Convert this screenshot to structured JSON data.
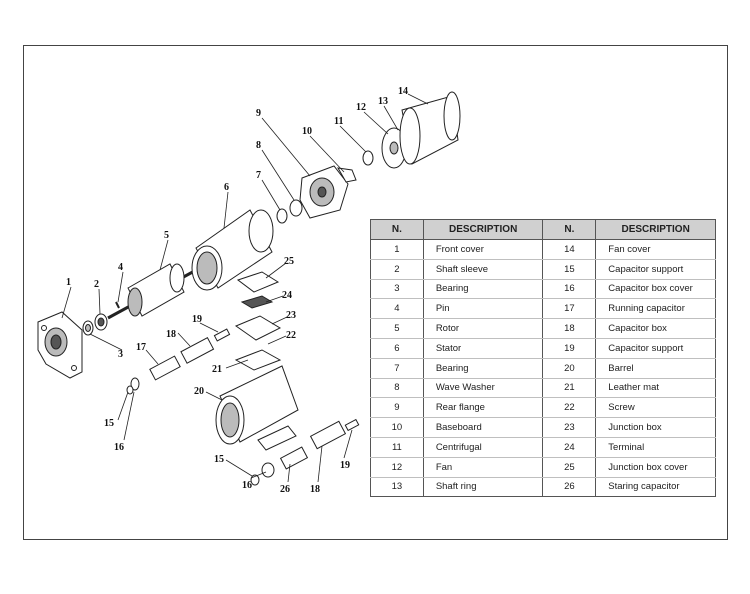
{
  "table": {
    "headers": [
      "N.",
      "DESCRIPTION",
      "N.",
      "DESCRIPTION"
    ],
    "rows": [
      {
        "n1": "1",
        "d1": "Front cover",
        "n2": "14",
        "d2": "Fan cover"
      },
      {
        "n1": "2",
        "d1": "Shaft sleeve",
        "n2": "15",
        "d2": "Capacitor support"
      },
      {
        "n1": "3",
        "d1": "Bearing",
        "n2": "16",
        "d2": "Capacitor box cover"
      },
      {
        "n1": "4",
        "d1": "Pin",
        "n2": "17",
        "d2": "Running capacitor"
      },
      {
        "n1": "5",
        "d1": "Rotor",
        "n2": "18",
        "d2": "Capacitor box"
      },
      {
        "n1": "6",
        "d1": "Stator",
        "n2": "19",
        "d2": "Capacitor support"
      },
      {
        "n1": "7",
        "d1": "Bearing",
        "n2": "20",
        "d2": "Barrel"
      },
      {
        "n1": "8",
        "d1": "Wave Washer",
        "n2": "21",
        "d2": "Leather mat"
      },
      {
        "n1": "9",
        "d1": "Rear flange",
        "n2": "22",
        "d2": "Screw"
      },
      {
        "n1": "10",
        "d1": "Baseboard",
        "n2": "23",
        "d2": "Junction box"
      },
      {
        "n1": "11",
        "d1": "Centrifugal",
        "n2": "24",
        "d2": "Terminal"
      },
      {
        "n1": "12",
        "d1": "Fan",
        "n2": "25",
        "d2": "Junction box cover"
      },
      {
        "n1": "13",
        "d1": "Shaft ring",
        "n2": "26",
        "d2": "Staring capacitor"
      }
    ]
  },
  "callouts": [
    "1",
    "2",
    "3",
    "4",
    "5",
    "6",
    "7",
    "8",
    "9",
    "10",
    "11",
    "12",
    "13",
    "14",
    "15",
    "16",
    "17",
    "18",
    "19",
    "20",
    "21",
    "22",
    "23",
    "24",
    "25",
    "15",
    "16",
    "26",
    "18",
    "19"
  ]
}
